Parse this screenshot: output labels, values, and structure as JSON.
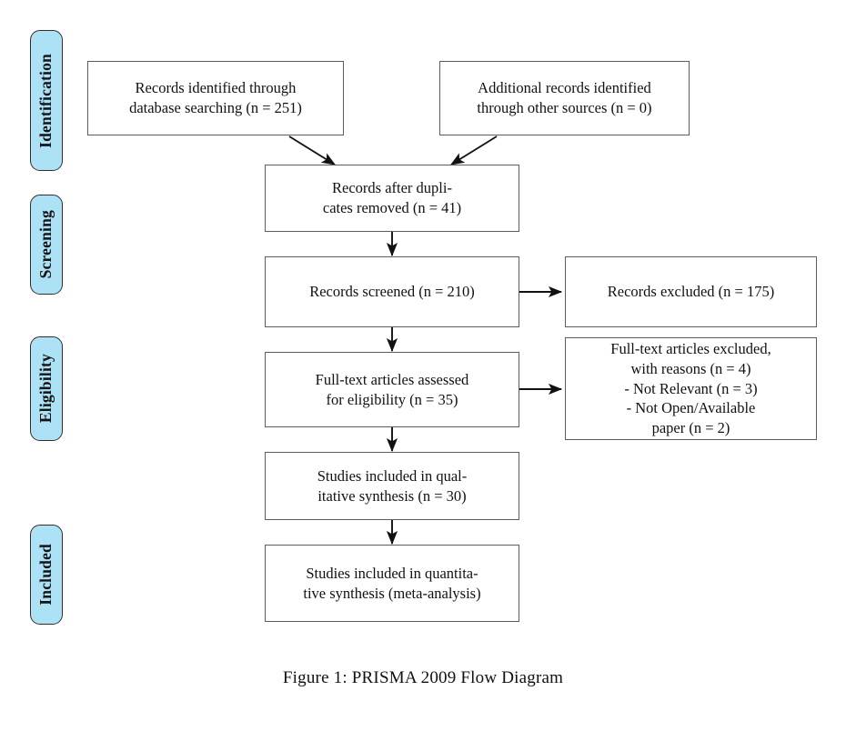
{
  "figure": {
    "caption": "Figure 1: PRISMA 2009 Flow Diagram",
    "accent_blue": "#ADE1F5",
    "box_border": "#5d5d5d",
    "label_border": "#2f2f2f",
    "text_color": "#111111",
    "background": "#ffffff"
  },
  "stages": [
    {
      "id": "identification",
      "label": "Identification"
    },
    {
      "id": "screening",
      "label": "Screening"
    },
    {
      "id": "eligibility",
      "label": "Eligibility"
    },
    {
      "id": "included",
      "label": "Included"
    }
  ],
  "nodes": [
    {
      "id": "records-identified-database",
      "text": "Records identified through\ndatabase searching (n = 251)",
      "n": 251
    },
    {
      "id": "records-identified-other",
      "text": "Additional records identified\nthrough other sources (n = 0)",
      "n": 0
    },
    {
      "id": "records-after-duplicates",
      "text": "Records after dupli-\ncates removed (n = 41)",
      "n": 41
    },
    {
      "id": "records-screened",
      "text": "Records screened (n = 210)",
      "n": 210
    },
    {
      "id": "records-excluded",
      "text": "Records excluded (n = 175)",
      "n": 175
    },
    {
      "id": "fulltext-assessed",
      "text": "Full-text articles assessed\nfor eligibility (n = 35)",
      "n": 35
    },
    {
      "id": "fulltext-excluded",
      "text": "Full-text articles excluded,\nwith reasons (n = 4)\n- Not Relevant (n = 3)\n- Not Open/Available\npaper (n = 2)",
      "n": 4
    },
    {
      "id": "studies-qualitative",
      "text": "Studies included in qual-\nitative synthesis (n = 30)",
      "n": 30
    },
    {
      "id": "studies-quantitative",
      "text": "Studies included in quantita-\ntive synthesis (meta-analysis)",
      "n": null
    }
  ],
  "chart_data": {
    "type": "diagram",
    "title": "Figure 1: PRISMA 2009 Flow Diagram",
    "flow_counts": {
      "records_identified_database": 251,
      "additional_records_other_sources": 0,
      "records_after_duplicates_removed": 41,
      "records_screened": 210,
      "records_excluded": 175,
      "fulltext_articles_assessed": 35,
      "fulltext_articles_excluded": 4,
      "excluded_not_relevant": 3,
      "excluded_not_open_available_paper": 2,
      "studies_qualitative_synthesis": 30
    },
    "edges": [
      {
        "from": "records-identified-database",
        "to": "records-after-duplicates",
        "style": "diagonal-arrow"
      },
      {
        "from": "records-identified-other",
        "to": "records-after-duplicates",
        "style": "diagonal-arrow"
      },
      {
        "from": "records-after-duplicates",
        "to": "records-screened",
        "style": "vertical-arrow"
      },
      {
        "from": "records-screened",
        "to": "records-excluded",
        "style": "horizontal-arrow"
      },
      {
        "from": "records-screened",
        "to": "fulltext-assessed",
        "style": "vertical-arrow"
      },
      {
        "from": "fulltext-assessed",
        "to": "fulltext-excluded",
        "style": "horizontal-arrow"
      },
      {
        "from": "fulltext-assessed",
        "to": "studies-qualitative",
        "style": "vertical-arrow"
      },
      {
        "from": "studies-qualitative",
        "to": "studies-quantitative",
        "style": "vertical-arrow"
      }
    ]
  }
}
